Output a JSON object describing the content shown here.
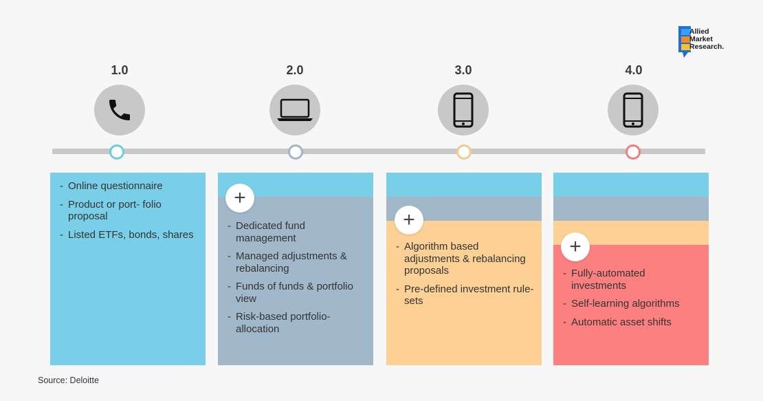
{
  "logo": {
    "line1": "Allied",
    "line2": "Market",
    "line3": "Research."
  },
  "stages": [
    {
      "version": "1.0",
      "icon": "phone-icon",
      "node_color": "#6fcbe4",
      "items": [
        "Online questionnaire",
        "Product or port- folio proposal",
        "Listed ETFs, bonds, shares"
      ]
    },
    {
      "version": "2.0",
      "icon": "laptop-icon",
      "node_color": "#9fb7cb",
      "items": [
        "Dedicated fund management",
        "Managed adjustments & rebalancing",
        "Funds of funds & portfolio view",
        "Risk-based portfolio- allocation"
      ]
    },
    {
      "version": "3.0",
      "icon": "smartphone-icon",
      "node_color": "#f5c98c",
      "items": [
        "Algorithm based adjustments & rebalancing proposals",
        "Pre-defined investment rule-sets"
      ]
    },
    {
      "version": "4.0",
      "icon": "smartphone-icon",
      "node_color": "#f27d7d",
      "items": [
        "Fully-automated investments",
        "Self-learning algorithms",
        "Automatic asset shifts"
      ]
    }
  ],
  "colors": {
    "blue": "#79cfe8",
    "steel": "#a1b8ca",
    "peach": "#fdd196",
    "red": "#fd8080"
  },
  "plus_symbol": "+",
  "dash": "-",
  "source": "Source: Deloitte"
}
